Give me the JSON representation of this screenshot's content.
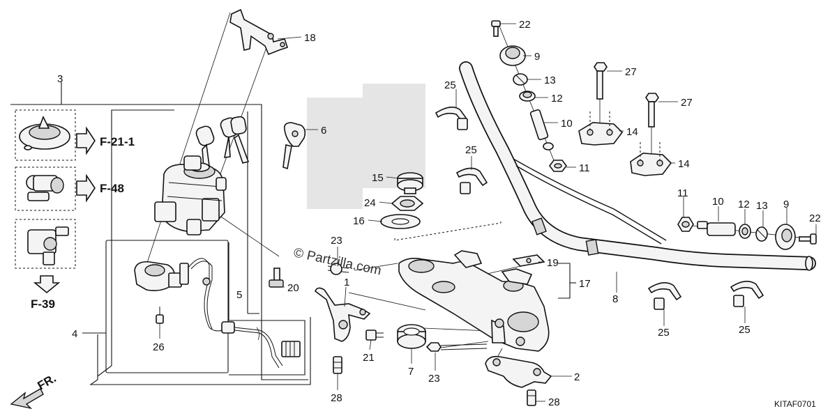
{
  "diagram": {
    "code": "KITAF0701",
    "watermark": "© Partzilla.com",
    "direction_label": "FR.",
    "references": [
      "F-21-1",
      "F-48",
      "F-39"
    ],
    "callouts": {
      "c1": "1",
      "c2": "2",
      "c3": "3",
      "c4": "4",
      "c5": "5",
      "c6": "6",
      "c7": "7",
      "c8": "8",
      "c9a": "9",
      "c9b": "9",
      "c10a": "10",
      "c10b": "10",
      "c11a": "11",
      "c11b": "11",
      "c12a": "12",
      "c12b": "12",
      "c13a": "13",
      "c13b": "13",
      "c14a": "14",
      "c14b": "14",
      "c15": "15",
      "c16": "16",
      "c17": "17",
      "c18": "18",
      "c19": "19",
      "c20": "20",
      "c21": "21",
      "c22a": "22",
      "c22b": "22",
      "c23a": "23",
      "c23b": "23",
      "c24": "24",
      "c25a": "25",
      "c25b": "25",
      "c25c": "25",
      "c25d": "25",
      "c26": "26",
      "c27a": "27",
      "c27b": "27",
      "c28a": "28",
      "c28b": "28"
    }
  }
}
